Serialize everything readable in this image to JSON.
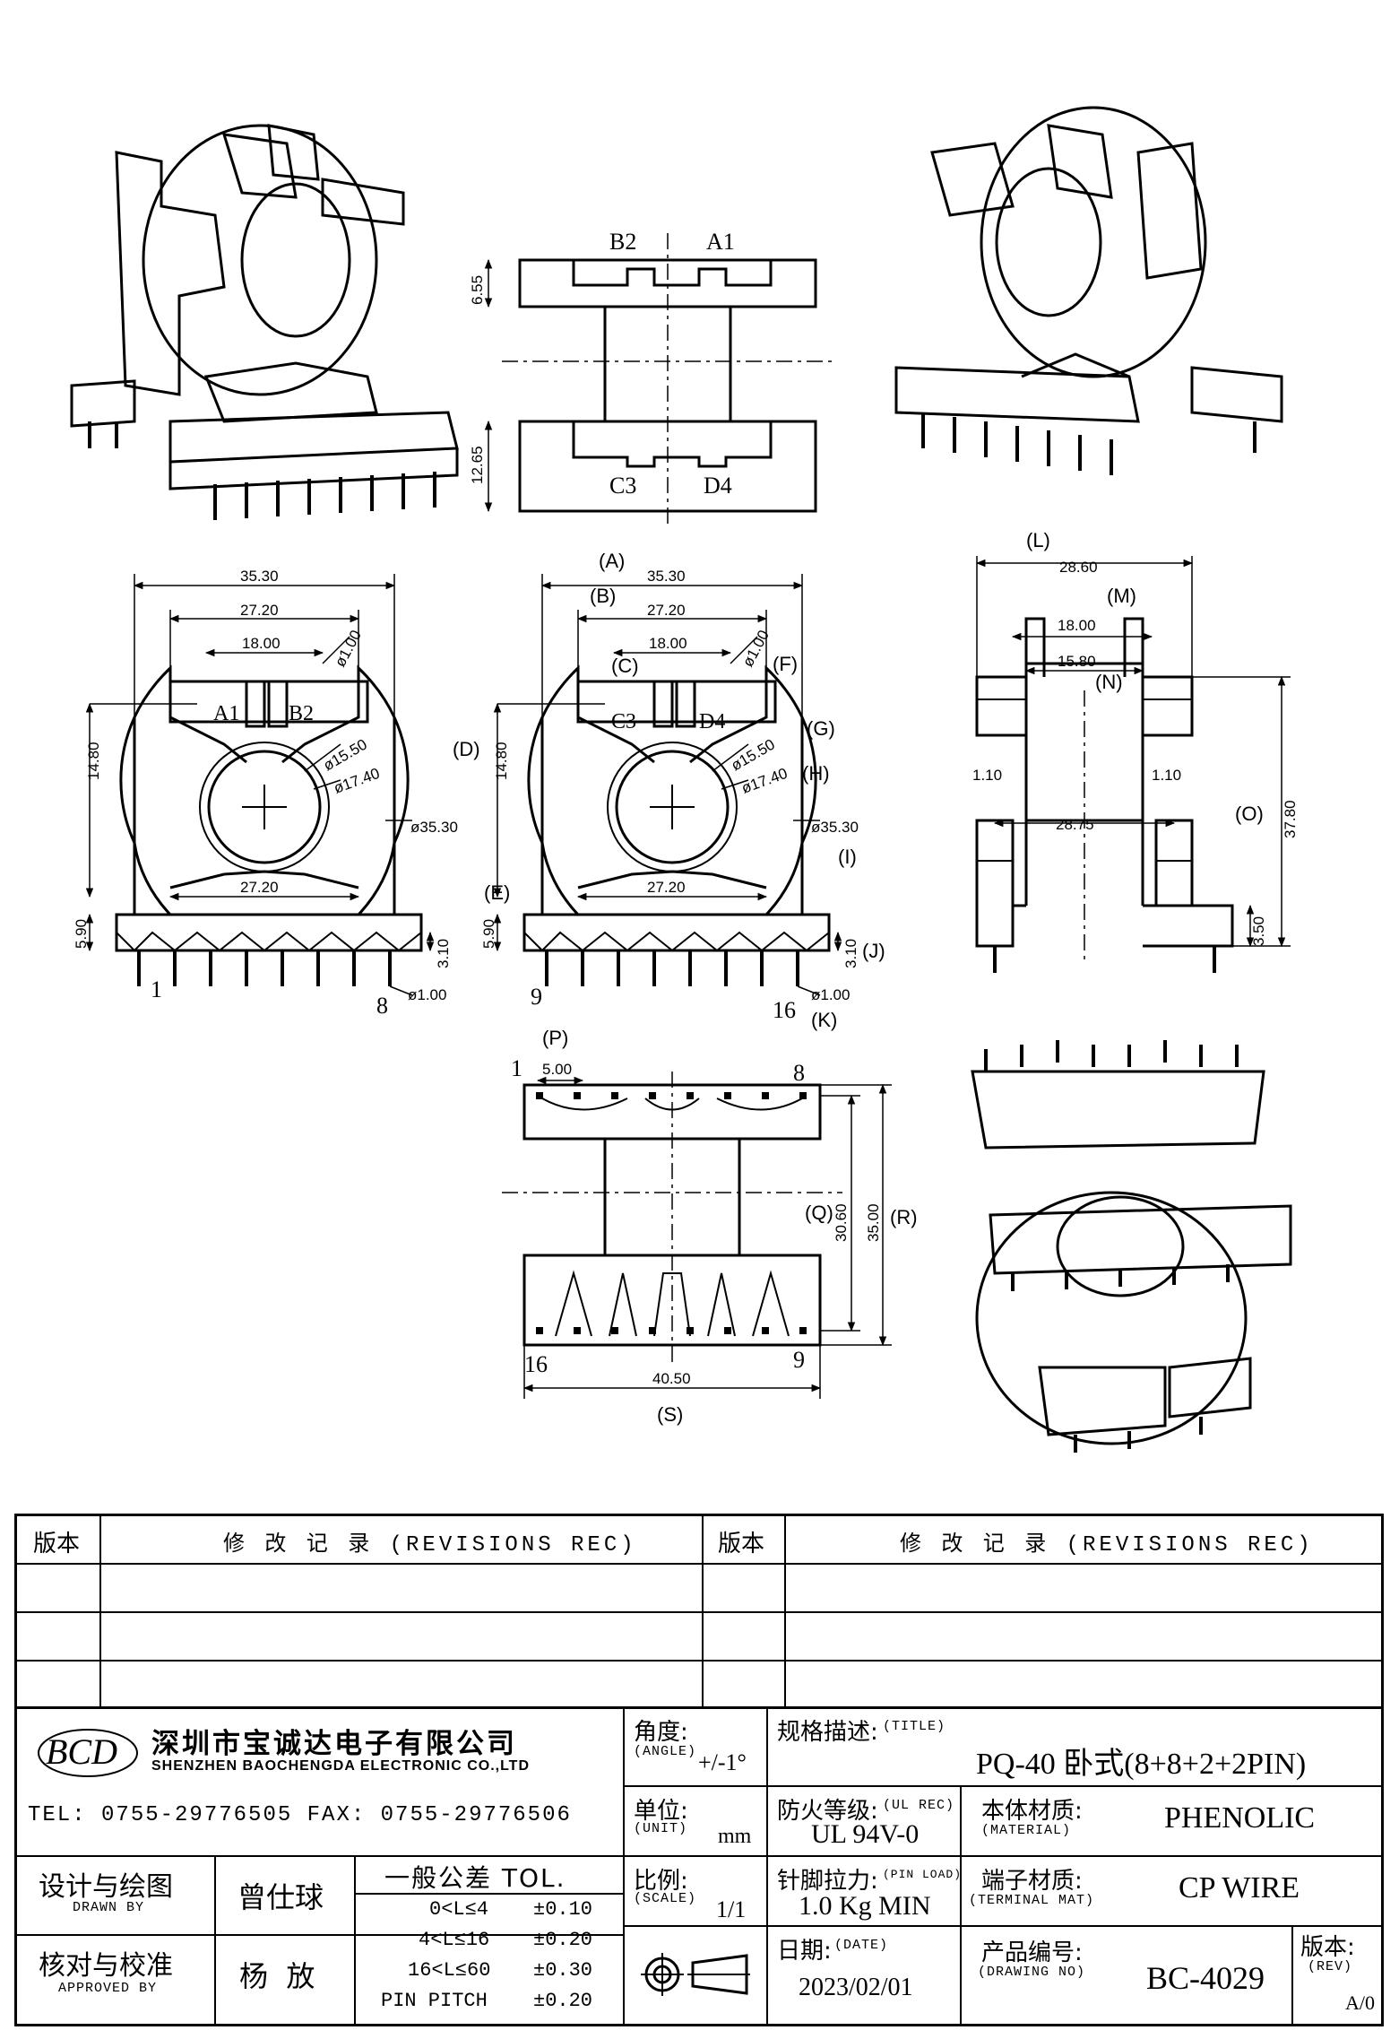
{
  "drawing": {
    "front_views": {
      "overall_width": "35.30",
      "window_width": "27.20",
      "slot_spacing": "18.00",
      "pin_hole_dia": "ø1.00",
      "slot_height": "14.80",
      "inner_dia": "ø15.50",
      "flange_dia": "ø17.40",
      "outer_dia": "ø35.30",
      "base_width": "27.20",
      "base_height": "5.90",
      "pin_offset": "3.10",
      "pin_dia": "ø1.00",
      "left_slots": [
        "A1",
        "B2"
      ],
      "right_slots": [
        "C3",
        "D4"
      ],
      "left_pins": [
        "1",
        "8"
      ],
      "right_pins": [
        "9",
        "16"
      ],
      "refs": [
        "(A)",
        "(B)",
        "(C)",
        "(D)",
        "(E)",
        "(F)",
        "(G)",
        "(H)",
        "(I)",
        "(J)",
        "(K)"
      ]
    },
    "top_view": {
      "labels_top": [
        "B2",
        "A1"
      ],
      "labels_bottom": [
        "C3",
        "D4"
      ],
      "top_height": "6.55",
      "bottom_height": "12.65"
    },
    "side_view": {
      "width_top": "28.60",
      "width_mid": "18.00",
      "width_inner": "15.80",
      "width_base": "28.75",
      "wall_left": "1.10",
      "wall_right": "1.10",
      "height": "37.80",
      "pin_height": "3.50",
      "refs": [
        "(L)",
        "(M)",
        "(N)",
        "(O)"
      ]
    },
    "bottom_view": {
      "pin_pitch": "5.00",
      "row_spacing": "30.60",
      "overall_depth": "35.00",
      "overall_width": "40.50",
      "corner_pins": [
        "1",
        "8",
        "16",
        "9"
      ],
      "refs": [
        "(P)",
        "(Q)",
        "(R)",
        "(S)"
      ]
    }
  },
  "titleblock": {
    "rev_header_left": "版本",
    "rev_header_text": "修 改 记 录 (REVISIONS REC)",
    "rev_header_right": "版本",
    "rev_header_text2": "修 改 记 录 (REVISIONS REC)",
    "company_cn": "深圳市宝诚达电子有限公司",
    "company_en": "SHENZHEN BAOCHENGDA ELECTRONIC CO.,LTD",
    "logo": "BCD",
    "phone": "TEL: 0755-29776505   FAX: 0755-29776506",
    "angle_label": "角度:",
    "angle_en": "(ANGLE)",
    "angle_value": "+/-1°",
    "unit_label": "单位:",
    "unit_en": "(UNIT)",
    "unit_value": "mm",
    "scale_label": "比例:",
    "scale_en": "(SCALE)",
    "scale_value": "1/1",
    "title_label": "规格描述:",
    "title_en": "(TITLE)",
    "title_value": "PQ-40 卧式(8+8+2+2PIN)",
    "ul_label": "防火等级:",
    "ul_en": "(UL REC)",
    "ul_value": "UL 94V-0",
    "material_label": "本体材质:",
    "material_en": "(MATERIAL)",
    "material_value": "PHENOLIC",
    "pinload_label": "针脚拉力:",
    "pinload_en": "(PIN LOAD)",
    "pinload_value": "1.0 Kg MIN",
    "terminal_label": "端子材质:",
    "terminal_en": "(TERMINAL MAT)",
    "terminal_value": "CP WIRE",
    "date_label": "日期:",
    "date_en": "(DATE)",
    "date_value": "2023/02/01",
    "drawno_label": "产品编号:",
    "drawno_en": "(DRAWING NO)",
    "drawno_value": "BC-4029",
    "rev_label": "版本:",
    "rev_en": "(REV)",
    "rev_value": "A/0",
    "drawn_label": "设计与绘图",
    "drawn_en": "DRAWN BY",
    "drawn_value": "曾仕球",
    "approved_label": "核对与校准",
    "approved_en": "APPROVED BY",
    "approved_value": "杨  放",
    "tol_title": "一般公差 TOL.",
    "tol_rows": [
      {
        "range": "0<L≤4",
        "value": "±0.10"
      },
      {
        "range": "4<L≤16",
        "value": "±0.20"
      },
      {
        "range": "16<L≤60",
        "value": "±0.30"
      },
      {
        "range": "PIN PITCH",
        "value": "±0.20"
      }
    ]
  }
}
